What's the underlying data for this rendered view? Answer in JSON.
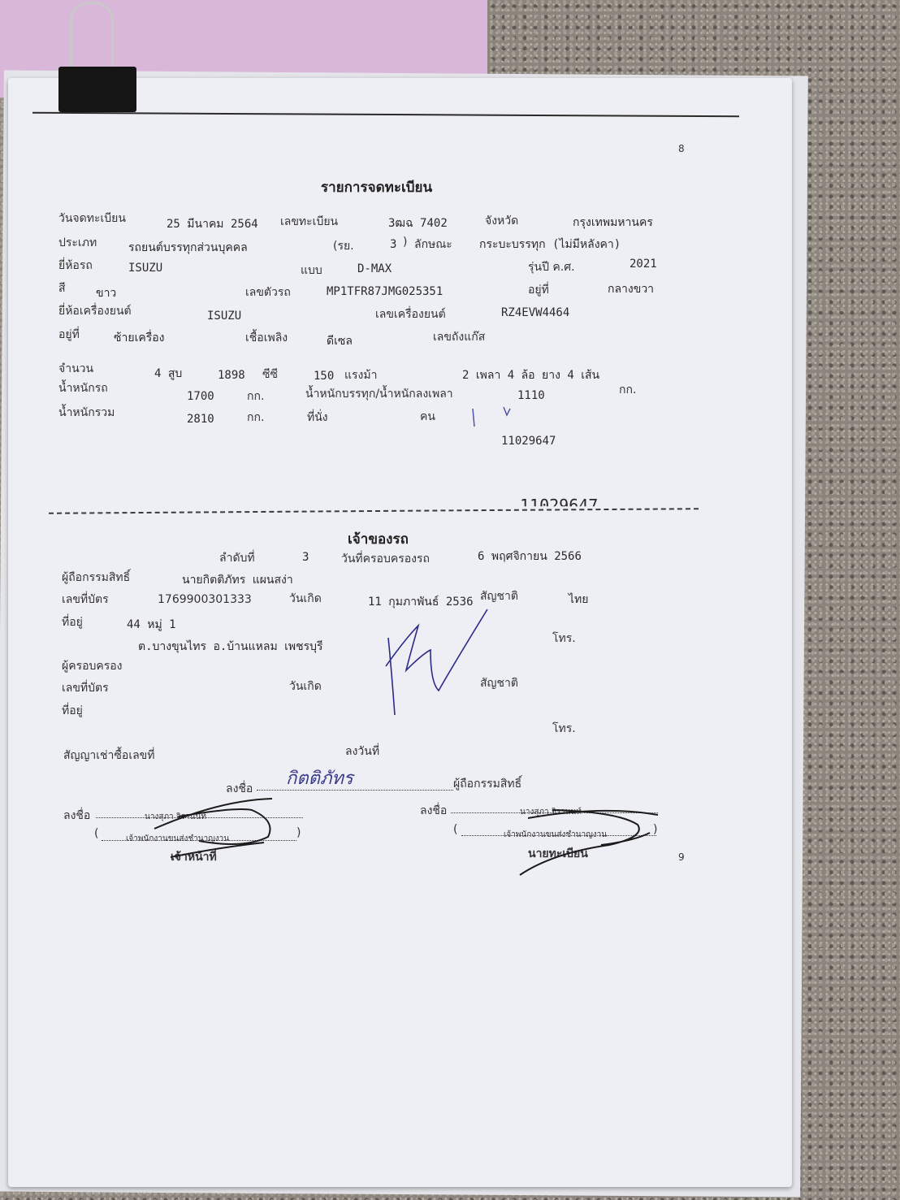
{
  "page_numbers": {
    "top": "8",
    "bottom": "9"
  },
  "registration": {
    "title": "รายการจดทะเบียน",
    "reg_date_label": "วันจดทะเบียน",
    "reg_date": "25 มีนาคม 2564",
    "plate_label": "เลขทะเบียน",
    "plate": "3ฒฉ 7402",
    "province_label": "จังหวัด",
    "province": "กรุงเทพมหานคร",
    "type_label": "ประเภท",
    "type": "รถยนต์บรรทุกส่วนบุคคล",
    "ry_label": "(รย.",
    "ry": "3",
    "ry_close": ")",
    "style_label": "ลักษณะ",
    "style": "กระบะบรรทุก (ไม่มีหลังคา)",
    "brand_label": "ยี่ห้อรถ",
    "brand": "ISUZU",
    "model_label": "แบบ",
    "model": "D-MAX",
    "year_label": "รุ่นปี ค.ศ.",
    "year": "2021",
    "color_label": "สี",
    "color": "ขาว",
    "vin_label": "เลขตัวรถ",
    "vin": "MP1TFR87JMG025351",
    "vin_loc_label": "อยู่ที่",
    "vin_loc": "กลางขวา",
    "engine_brand_label": "ยี่ห้อเครื่องยนต์",
    "engine_brand": "ISUZU",
    "engine_no_label": "เลขเครื่องยนต์",
    "engine_no": "RZ4EVW4464",
    "engine_loc_label": "อยู่ที่",
    "engine_loc": "ซ้ายเครื่อง",
    "fuel_label": "เชื้อเพลิง",
    "fuel": "ดีเซล",
    "gas_tank_label": "เลขถังแก๊ส",
    "qty_label": "จำนวน",
    "cylinders": "4 สูบ",
    "cc": "1898",
    "cc_label": "ซีซี",
    "hp": "150",
    "hp_label": "แรงม้า",
    "axles_wheels_tires": "2 เพลา 4 ล้อ ยาง 4 เส้น",
    "vehicle_weight_label": "น้ำหนักรถ",
    "vehicle_weight": "1700",
    "kg1": "กก.",
    "load_weight_label": "น้ำหนักบรรทุก/น้ำหนักลงเพลา",
    "load_weight": "1110",
    "kg2": "กก.",
    "total_weight_label": "น้ำหนักรวม",
    "total_weight": "2810",
    "kg3": "กก.",
    "seats_label": "ที่นั่ง",
    "seats_unit": "คน",
    "doc_no": "11029647",
    "doc_no_cut": "11029647"
  },
  "owner": {
    "title": "เจ้าของรถ",
    "seq_label": "ลำดับที่",
    "seq": "3",
    "possess_date_label": "วันที่ครอบครองรถ",
    "possess_date": "6 พฤศจิกายน 2566",
    "holder_label": "ผู้ถือกรรมสิทธิ์",
    "holder": "นายกิตติภัทร แผนสง่า",
    "id_label": "เลขที่บัตร",
    "id": "1769900301333",
    "dob_label": "วันเกิด",
    "dob": "11 กุมภาพันธ์ 2536",
    "nationality_label": "สัญชาติ",
    "nationality": "ไทย",
    "address_label": "ที่อยู่",
    "address1": "44 หมู่ 1",
    "address2": "ต.บางขุนไทร อ.บ้านแหลม เพชรบุรี",
    "tel_label": "โทร.",
    "possessor_label": "ผู้ครอบครอง",
    "id2_label": "เลขที่บัตร",
    "dob2_label": "วันเกิด",
    "nationality2_label": "สัญชาติ",
    "address2_label": "ที่อยู่",
    "tel2_label": "โทร.",
    "lease_label": "สัญญาเช่าซื้อเลขที่",
    "sign_date_label": "ลงวันที่",
    "sign_label": "ลงชื่อ",
    "holder_sign_text": "กิตติภัทร",
    "holder_role": "ผู้ถือกรรมสิทธิ์",
    "officer_sign_label": "ลงชื่อ",
    "officer_name": "นางสุภา จิรานนท์",
    "officer_position": "เจ้าพนักงานขนส่งชำนาญงาน",
    "officer_role": "เจ้าหน้าที่",
    "registrar_sign_label": "ลงชื่อ",
    "registrar_name": "นางสุภา จิรานนท์",
    "registrar_position": "เจ้าพนักงานขนส่งชำนาญงาน",
    "registrar_role": "นายทะเบียน",
    "paren_open": "(",
    "paren_close": ")"
  }
}
